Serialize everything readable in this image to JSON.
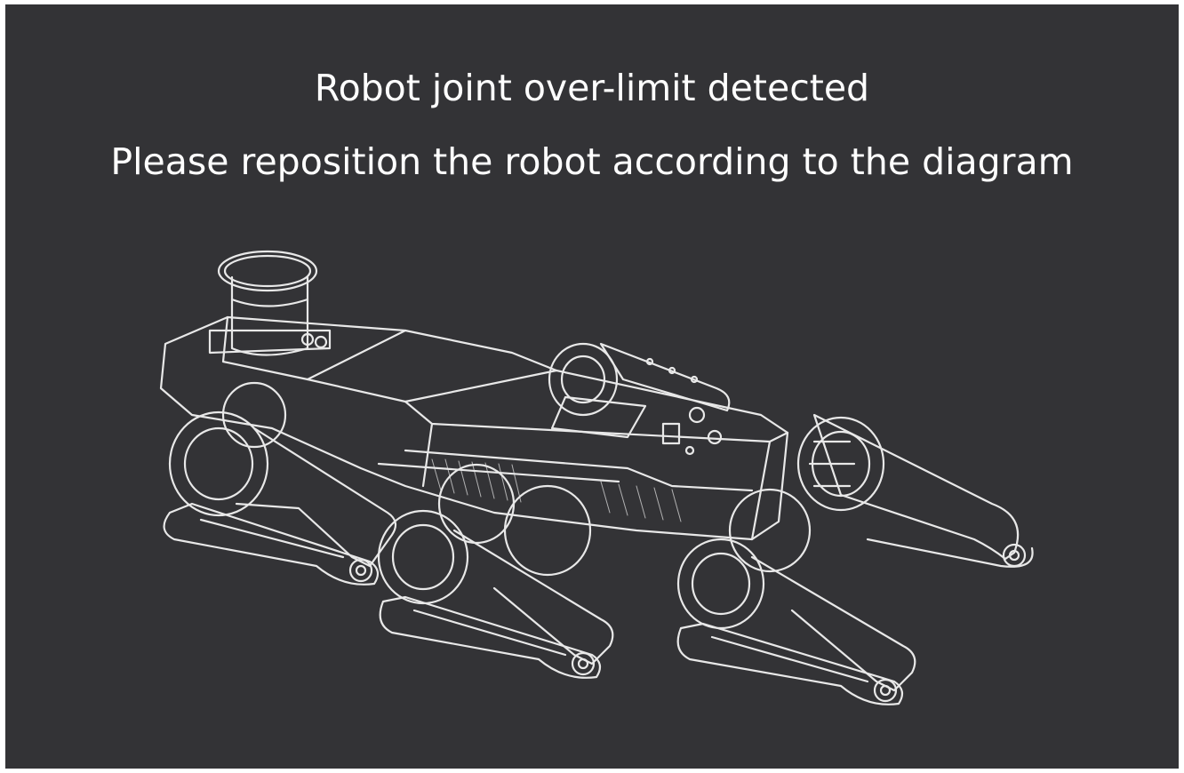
{
  "dialog": {
    "message_line1": "Robot joint over-limit detected",
    "message_line2": "Please reposition the robot according to the diagram",
    "background_color": "#333336",
    "text_color": "#ffffff"
  },
  "diagram": {
    "subject": "robot-lying-pose-diagram",
    "stroke_color": "#e8e8e8"
  }
}
